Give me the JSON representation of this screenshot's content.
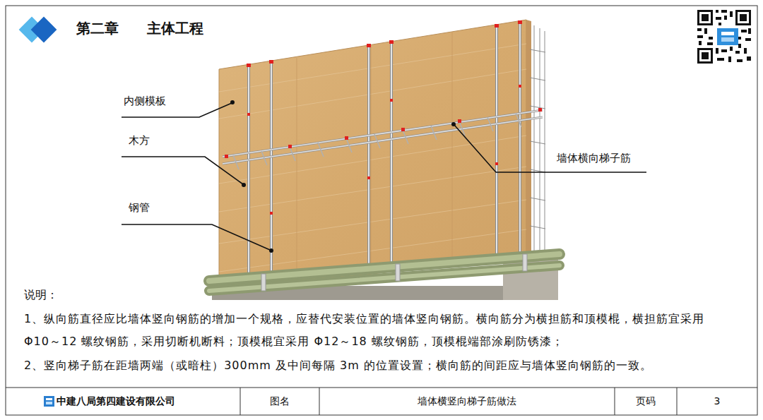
{
  "diagram": {
    "title": "第二章　　主体工程",
    "labels": [
      "内侧模板",
      "木方",
      "钢管",
      "墙体横向梯子筋",
      "说明：",
      "1、纵向筋直径应比墙体竖向钢筋的增加一个规格，应替代安装位置的墙体竖向钢筋。横向筋分为横担筋和顶模棍，横担筋宜采用 Φ10～12 螺纹钢筋，采用切断机断料；顶模棍宜采用 Φ12～18 螺纹钢筋，顶模棍端部涂刷防锈漆；",
      "2、竖向梯子筋在距墙两端（或暗柱）300mm 及中间每隔 3m 的位置设置；横向筋的间距应与墙体竖向钢筋的一致。",
      "中建八局第四建设有限公司",
      "图名",
      "墙体横竖向梯子筋做法",
      "页码",
      "3"
    ]
  }
}
